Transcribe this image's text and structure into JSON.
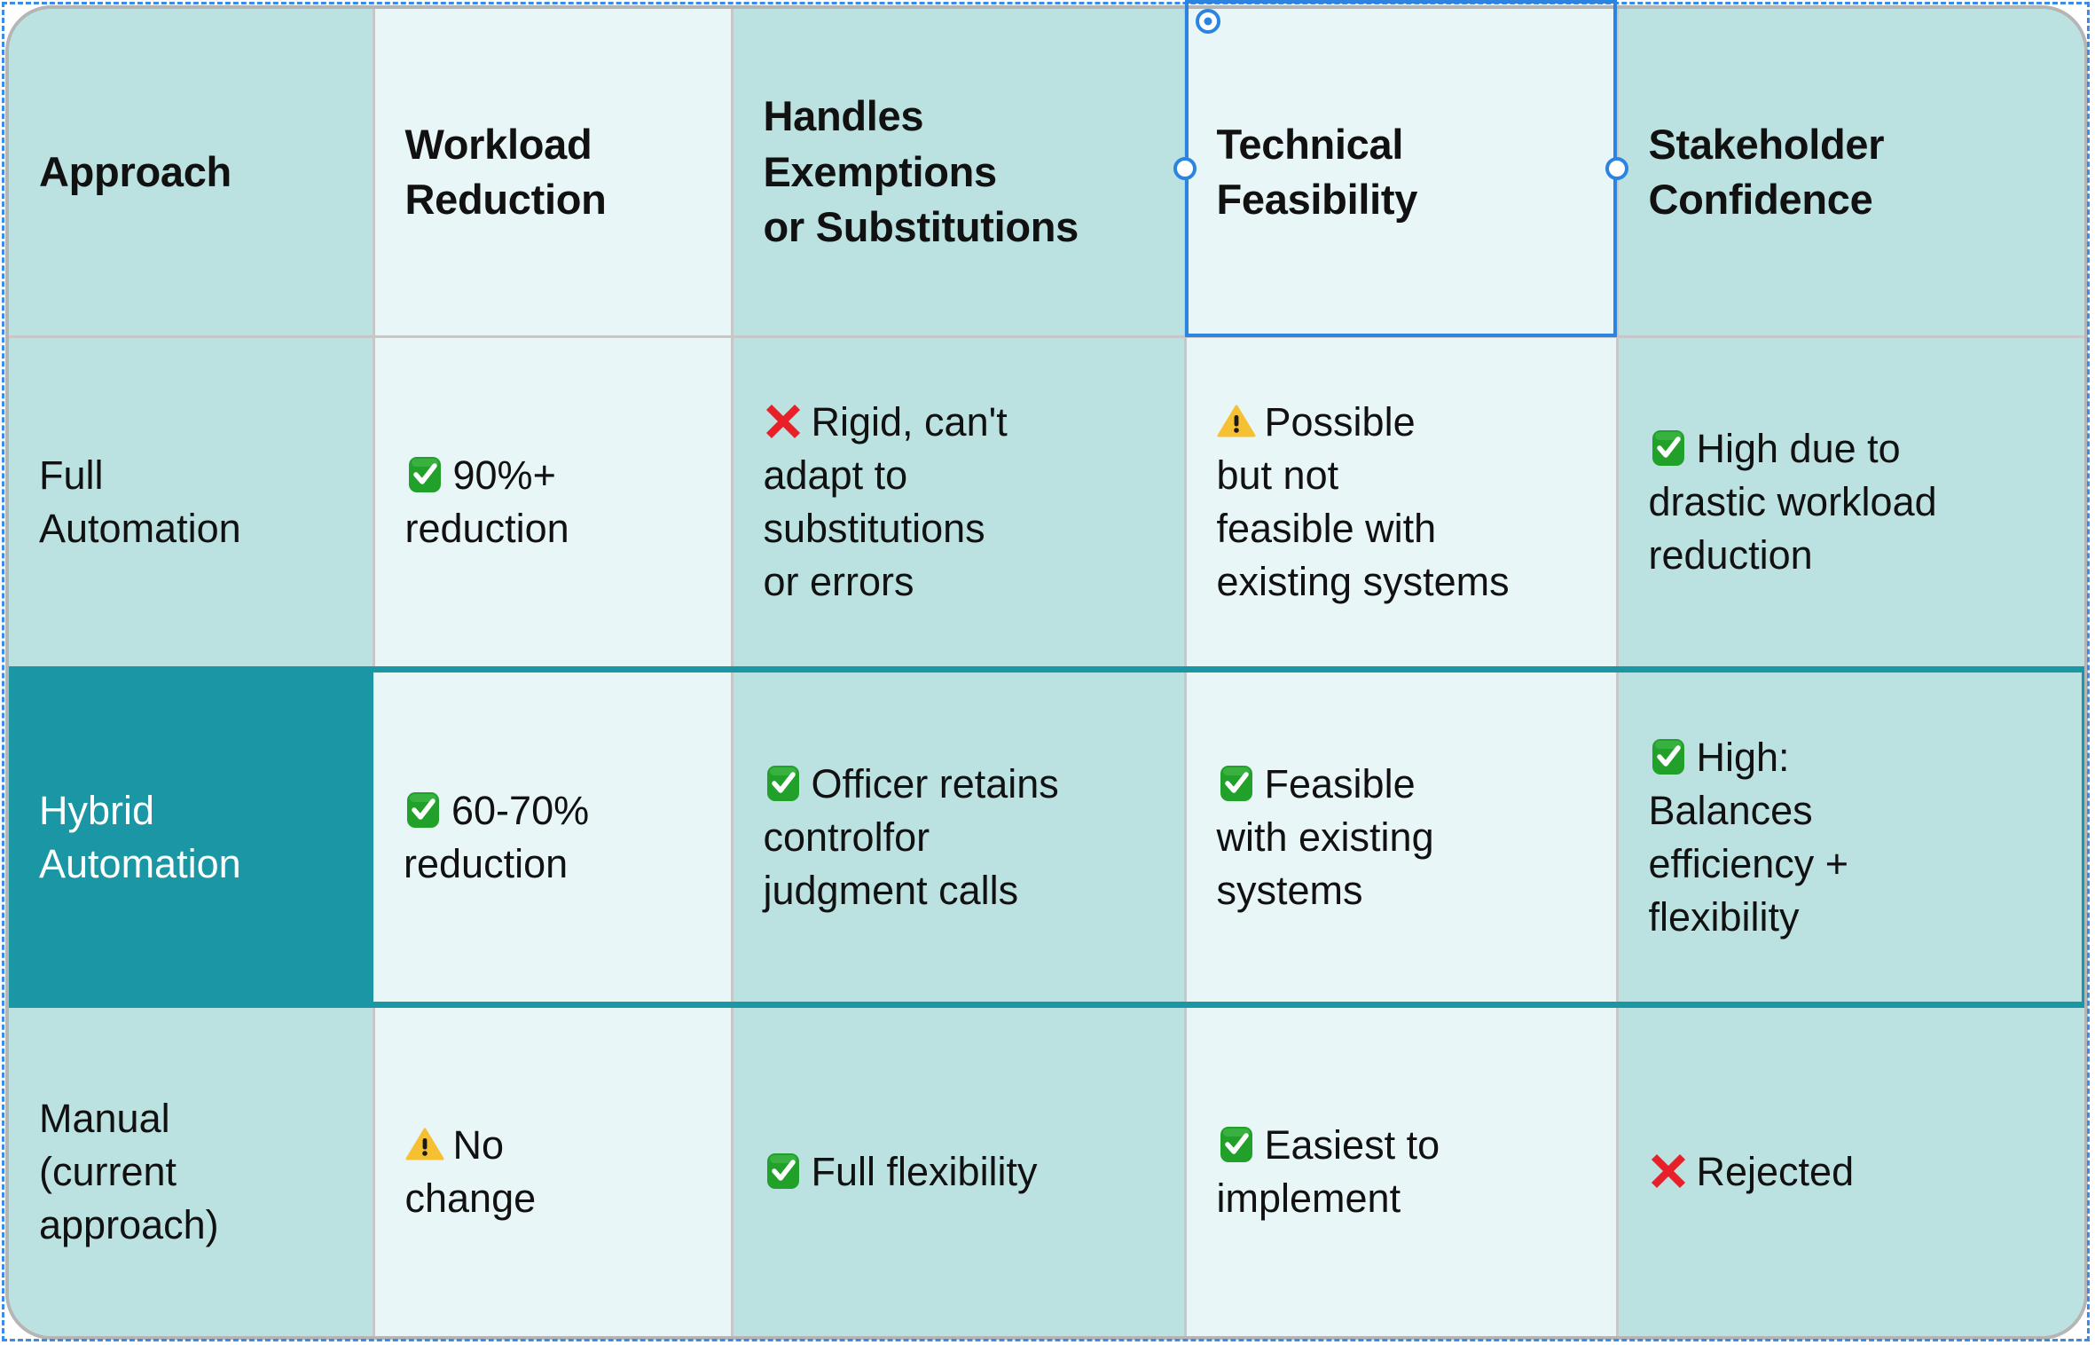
{
  "document": {
    "type": "comparison-table",
    "selected_cell": "Technical Feasibility",
    "highlighted_row": "Hybrid Automation"
  },
  "colors": {
    "column_tint_dark": "#bce1e1",
    "column_tint_light": "#e9f6f7",
    "highlight_teal": "#1a96a4",
    "grid_line": "#c7c7c7",
    "outer_border": "#b5b5b5",
    "selection_blue": "#2b85e0",
    "object_outline_blue": "#3b8ce8",
    "check_green": "#22a12a",
    "cross_red": "#e8202a",
    "warning_yellow": "#f5c032",
    "text": "#111111",
    "highlight_text": "#ffffff"
  },
  "table": {
    "headers": [
      {
        "lines": [
          "Approach"
        ]
      },
      {
        "lines": [
          "Workload",
          "Reduction"
        ]
      },
      {
        "lines": [
          "Handles",
          "Exemptions",
          "or Substitutions"
        ]
      },
      {
        "lines": [
          "Technical",
          "Feasibility"
        ]
      },
      {
        "lines": [
          "Stakeholder",
          "Confidence"
        ]
      }
    ],
    "rows": [
      {
        "highlighted": false,
        "label": {
          "lines": [
            "Full",
            "Automation"
          ]
        },
        "cells": [
          {
            "icon": "check-mark-button-icon",
            "lines": [
              "90%+",
              "reduction"
            ]
          },
          {
            "icon": "cross-mark-icon",
            "lines": [
              "Rigid, can't",
              "adapt to",
              "substitutions",
              "or errors"
            ]
          },
          {
            "icon": "warning-triangle-icon",
            "lines": [
              "Possible",
              "but not",
              "feasible with",
              "existing systems"
            ]
          },
          {
            "icon": "check-mark-button-icon",
            "lines": [
              "High due to",
              "drastic workload",
              "reduction"
            ]
          }
        ]
      },
      {
        "highlighted": true,
        "label": {
          "lines": [
            "Hybrid",
            "Automation"
          ]
        },
        "cells": [
          {
            "icon": "check-mark-button-icon",
            "lines": [
              "60-70%",
              "reduction"
            ]
          },
          {
            "icon": "check-mark-button-icon",
            "lines": [
              "Officer retains",
              "controlfor",
              "judgment calls"
            ]
          },
          {
            "icon": "check-mark-button-icon",
            "lines": [
              "Feasible",
              "with existing",
              "systems"
            ]
          },
          {
            "icon": "check-mark-button-icon",
            "lines": [
              "High:",
              "Balances",
              "efficiency +",
              "flexibility"
            ]
          }
        ]
      },
      {
        "highlighted": false,
        "label": {
          "lines": [
            "Manual",
            "(current",
            "approach)"
          ]
        },
        "cells": [
          {
            "icon": "warning-triangle-icon",
            "lines": [
              "No",
              "change"
            ]
          },
          {
            "icon": "check-mark-button-icon",
            "lines": [
              "Full flexibility"
            ]
          },
          {
            "icon": "check-mark-button-icon",
            "lines": [
              "Easiest to",
              "implement"
            ]
          },
          {
            "icon": "cross-mark-icon",
            "lines": [
              "Rejected"
            ]
          }
        ]
      }
    ]
  }
}
